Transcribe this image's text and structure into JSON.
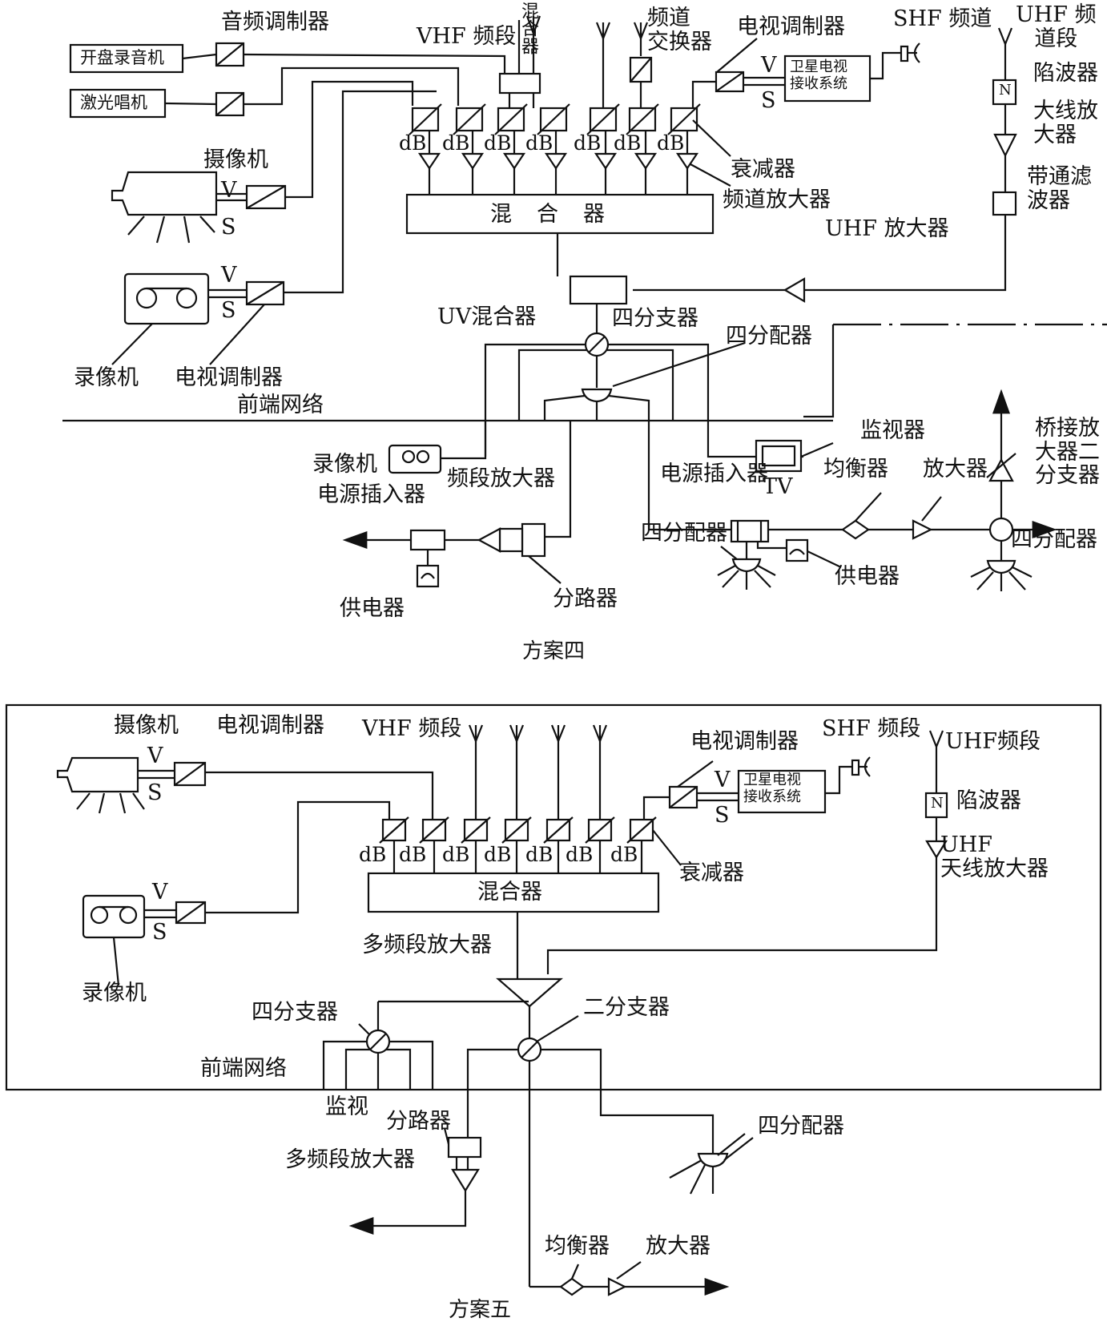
{
  "scheme4": {
    "caption": "方案四",
    "labels": {
      "audio_modulator": "音频调制器",
      "vhf_band": "VHF 频段",
      "mixer_small": "混合器",
      "channel_changer": "频道\n交换器",
      "tv_modulator_top": "电视调制器",
      "shf_channel": "SHF 频道",
      "uhf_channel_band": "UHF 频\n道段",
      "reel_recorder": "开盘录音机",
      "laser_player": "激光唱机",
      "satellite_system": "卫星电视\n接收系统",
      "trap": "陷波器",
      "antenna_amp": "大线放\n大器",
      "bandpass": "带通滤\n波器",
      "attenuator": "衰减器",
      "channel_amp": "频道放大器",
      "camera": "摄像机",
      "mixer": "混　合　器",
      "uhf_amp": "UHF 放大器",
      "uv_mixer": "UV混合器",
      "four_tap": "四分支器",
      "four_split": "四分配器",
      "vcr": "录像机",
      "tv_modulator": "电视调制器",
      "headend": "前端网络",
      "monitor": "监视器",
      "tv": "TV",
      "equalizer": "均衡器",
      "amplifier": "放大器",
      "bridge_amp": "桥接放\n大器二\n分支器",
      "power_inserter": "电源插入器",
      "vcr2": "录像机",
      "power_inserter2": "电源插入器",
      "band_amp": "频段放大器",
      "four_split2": "四分配器",
      "power_supply": "供电器",
      "four_split3": "四分配器",
      "power_supply2": "供电器",
      "splitter": "分路器",
      "v": "V",
      "s": "S",
      "db": "dB",
      "n": "N"
    }
  },
  "scheme5": {
    "caption": "方案五",
    "labels": {
      "camera": "摄像机",
      "tv_modulator": "电视调制器",
      "vhf_band": "VHF 频段",
      "tv_modulator2": "电视调制器",
      "shf_band": "SHF 频段",
      "uhf_band": "UHF频段",
      "satellite_system": "卫星电视\n接收系统",
      "trap": "陷波器",
      "uhf_antenna_amp": "UHF\n天线放大器",
      "attenuator": "衰减器",
      "mixer": "混合器",
      "vcr": "录像机",
      "multiband_amp": "多频段放大器",
      "four_tap": "四分支器",
      "two_tap": "二分支器",
      "headend": "前端网络",
      "monitor": "监视",
      "splitter": "分路器",
      "multiband_amp2": "多频段放大器",
      "four_split": "四分配器",
      "equalizer": "均衡器",
      "amplifier": "放大器",
      "v": "V",
      "s": "S",
      "db": "dB",
      "n": "N"
    }
  }
}
